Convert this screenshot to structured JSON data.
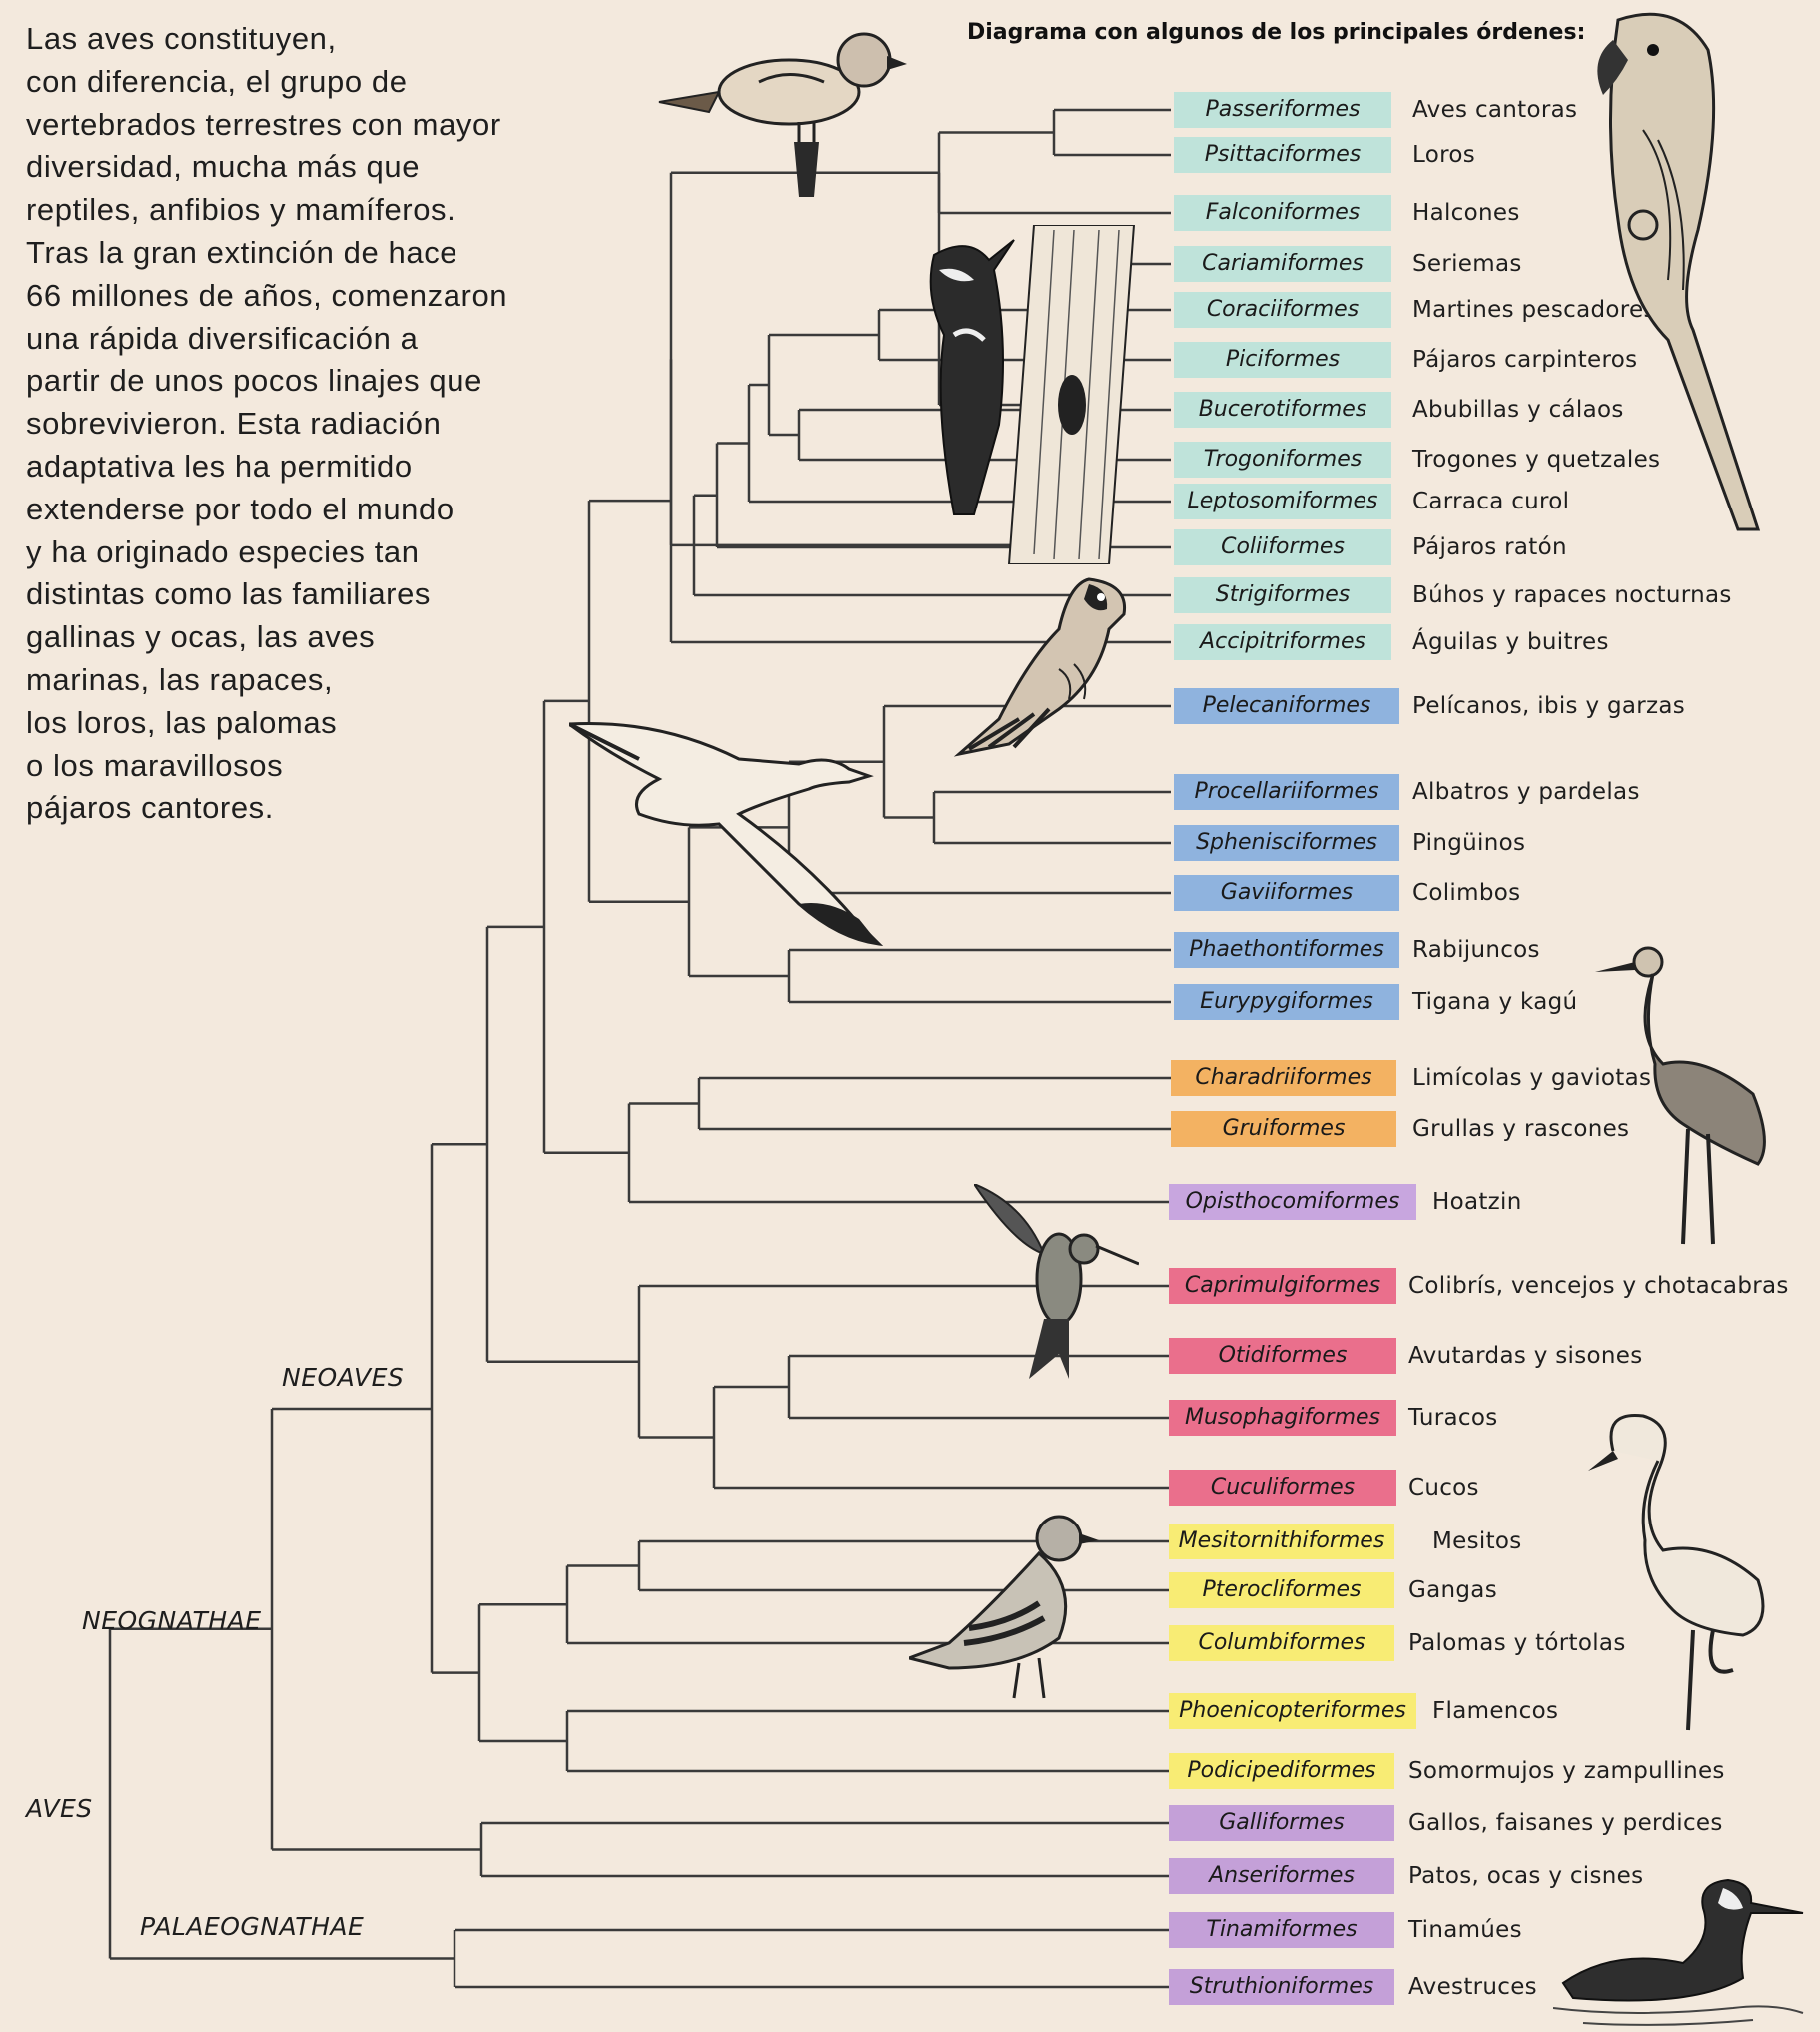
{
  "intro_lines": [
    "Las aves constituyen,",
    "con diferencia, el grupo de",
    "vertebrados terrestres con mayor",
    "diversidad, mucha más que",
    "reptiles, anfibios y mamíferos.",
    "Tras la gran extinción de hace",
    "66 millones de años, comenzaron",
    "una rápida diversificación a",
    "partir de unos pocos linajes que",
    "sobrevivieron. Esta radiación",
    "adaptativa les ha permitido",
    "extenderse por todo el mundo",
    "y ha originado especies tan",
    "distintas como las familiares",
    "gallinas y ocas, las aves",
    "marinas, las rapaces,",
    "los loros, las palomas",
    "o los maravillosos",
    "pájaros cantores."
  ],
  "diagram_title": "Diagrama con algunos de los principales órdenes:",
  "clades": {
    "neoaves": "NEOAVES",
    "neognathae": "NEOGNATHAE",
    "aves": "AVES",
    "palaeognathae": "PALAEOGNATHAE"
  },
  "colors": {
    "background": "#f3e9dd",
    "teal": "#bfe3da",
    "blue": "#8fb3de",
    "orange": "#f3b262",
    "lavender": "#c8a6df",
    "pink": "#ea6f8c",
    "yellow": "#f8ec74",
    "purple": "#c4a0d8",
    "line": "#3a3a3a"
  },
  "orders": [
    {
      "name": "Passeriformes",
      "common": "Aves cantoras",
      "color": "teal"
    },
    {
      "name": "Psittaciformes",
      "common": "Loros",
      "color": "teal"
    },
    {
      "name": "Falconiformes",
      "common": "Halcones",
      "color": "teal"
    },
    {
      "name": "Cariamiformes",
      "common": "Seriemas",
      "color": "teal"
    },
    {
      "name": "Coraciiformes",
      "common": "Martines pescadores",
      "color": "teal"
    },
    {
      "name": "Piciformes",
      "common": "Pájaros carpinteros",
      "color": "teal"
    },
    {
      "name": "Bucerotiformes",
      "common": "Abubillas y cálaos",
      "color": "teal"
    },
    {
      "name": "Trogoniformes",
      "common": "Trogones y quetzales",
      "color": "teal"
    },
    {
      "name": "Leptosomiformes",
      "common": "Carraca curol",
      "color": "teal"
    },
    {
      "name": "Coliiformes",
      "common": "Pájaros ratón",
      "color": "teal"
    },
    {
      "name": "Strigiformes",
      "common": "Búhos y rapaces nocturnas",
      "color": "teal"
    },
    {
      "name": "Accipitriformes",
      "common": "Águilas y buitres",
      "color": "teal"
    },
    {
      "name": "Pelecaniformes",
      "common": "Pelícanos, ibis y garzas",
      "color": "blue"
    },
    {
      "name": "Procellariiformes",
      "common": "Albatros y pardelas",
      "color": "blue"
    },
    {
      "name": "Sphenisciformes",
      "common": "Pingüinos",
      "color": "blue"
    },
    {
      "name": "Gaviiformes",
      "common": "Colimbos",
      "color": "blue"
    },
    {
      "name": "Phaethontiformes",
      "common": "Rabijuncos",
      "color": "blue"
    },
    {
      "name": "Eurypygiformes",
      "common": "Tigana y kagú",
      "color": "blue"
    },
    {
      "name": "Charadriiformes",
      "common": "Limícolas y gaviotas",
      "color": "orange"
    },
    {
      "name": "Gruiformes",
      "common": "Grullas y rascones",
      "color": "orange"
    },
    {
      "name": "Opisthocomiformes",
      "common": "Hoatzin",
      "color": "lavender"
    },
    {
      "name": "Caprimulgiformes",
      "common": "Colibrís, vencejos y chotacabras",
      "color": "pink"
    },
    {
      "name": "Otidiformes",
      "common": "Avutardas y sisones",
      "color": "pink"
    },
    {
      "name": "Musophagiformes",
      "common": "Turacos",
      "color": "pink"
    },
    {
      "name": "Cuculiformes",
      "common": "Cucos",
      "color": "pink"
    },
    {
      "name": "Mesitornithiformes",
      "common": "Mesitos",
      "color": "yellow"
    },
    {
      "name": "Pterocliformes",
      "common": "Gangas",
      "color": "yellow"
    },
    {
      "name": "Columbiformes",
      "common": "Palomas y tórtolas",
      "color": "yellow"
    },
    {
      "name": "Phoenicopteriformes",
      "common": "Flamencos",
      "color": "yellow"
    },
    {
      "name": "Podicipediformes",
      "common": "Somormujos y zampullines",
      "color": "yellow"
    },
    {
      "name": "Galliformes",
      "common": "Gallos, faisanes y perdices",
      "color": "purple"
    },
    {
      "name": "Anseriformes",
      "common": "Patos, ocas y cisnes",
      "color": "purple"
    },
    {
      "name": "Tinamiformes",
      "common": "Tinamúes",
      "color": "purple"
    },
    {
      "name": "Struthioniformes",
      "common": "Avestruces",
      "color": "purple"
    }
  ],
  "illustrations": [
    "sparrow-illustration",
    "parrot-illustration",
    "woodpecker-illustration",
    "falcon-illustration",
    "albatross-illustration",
    "crane-illustration",
    "hummingbird-illustration",
    "flamingo-illustration",
    "pigeon-illustration",
    "grebe-illustration"
  ]
}
